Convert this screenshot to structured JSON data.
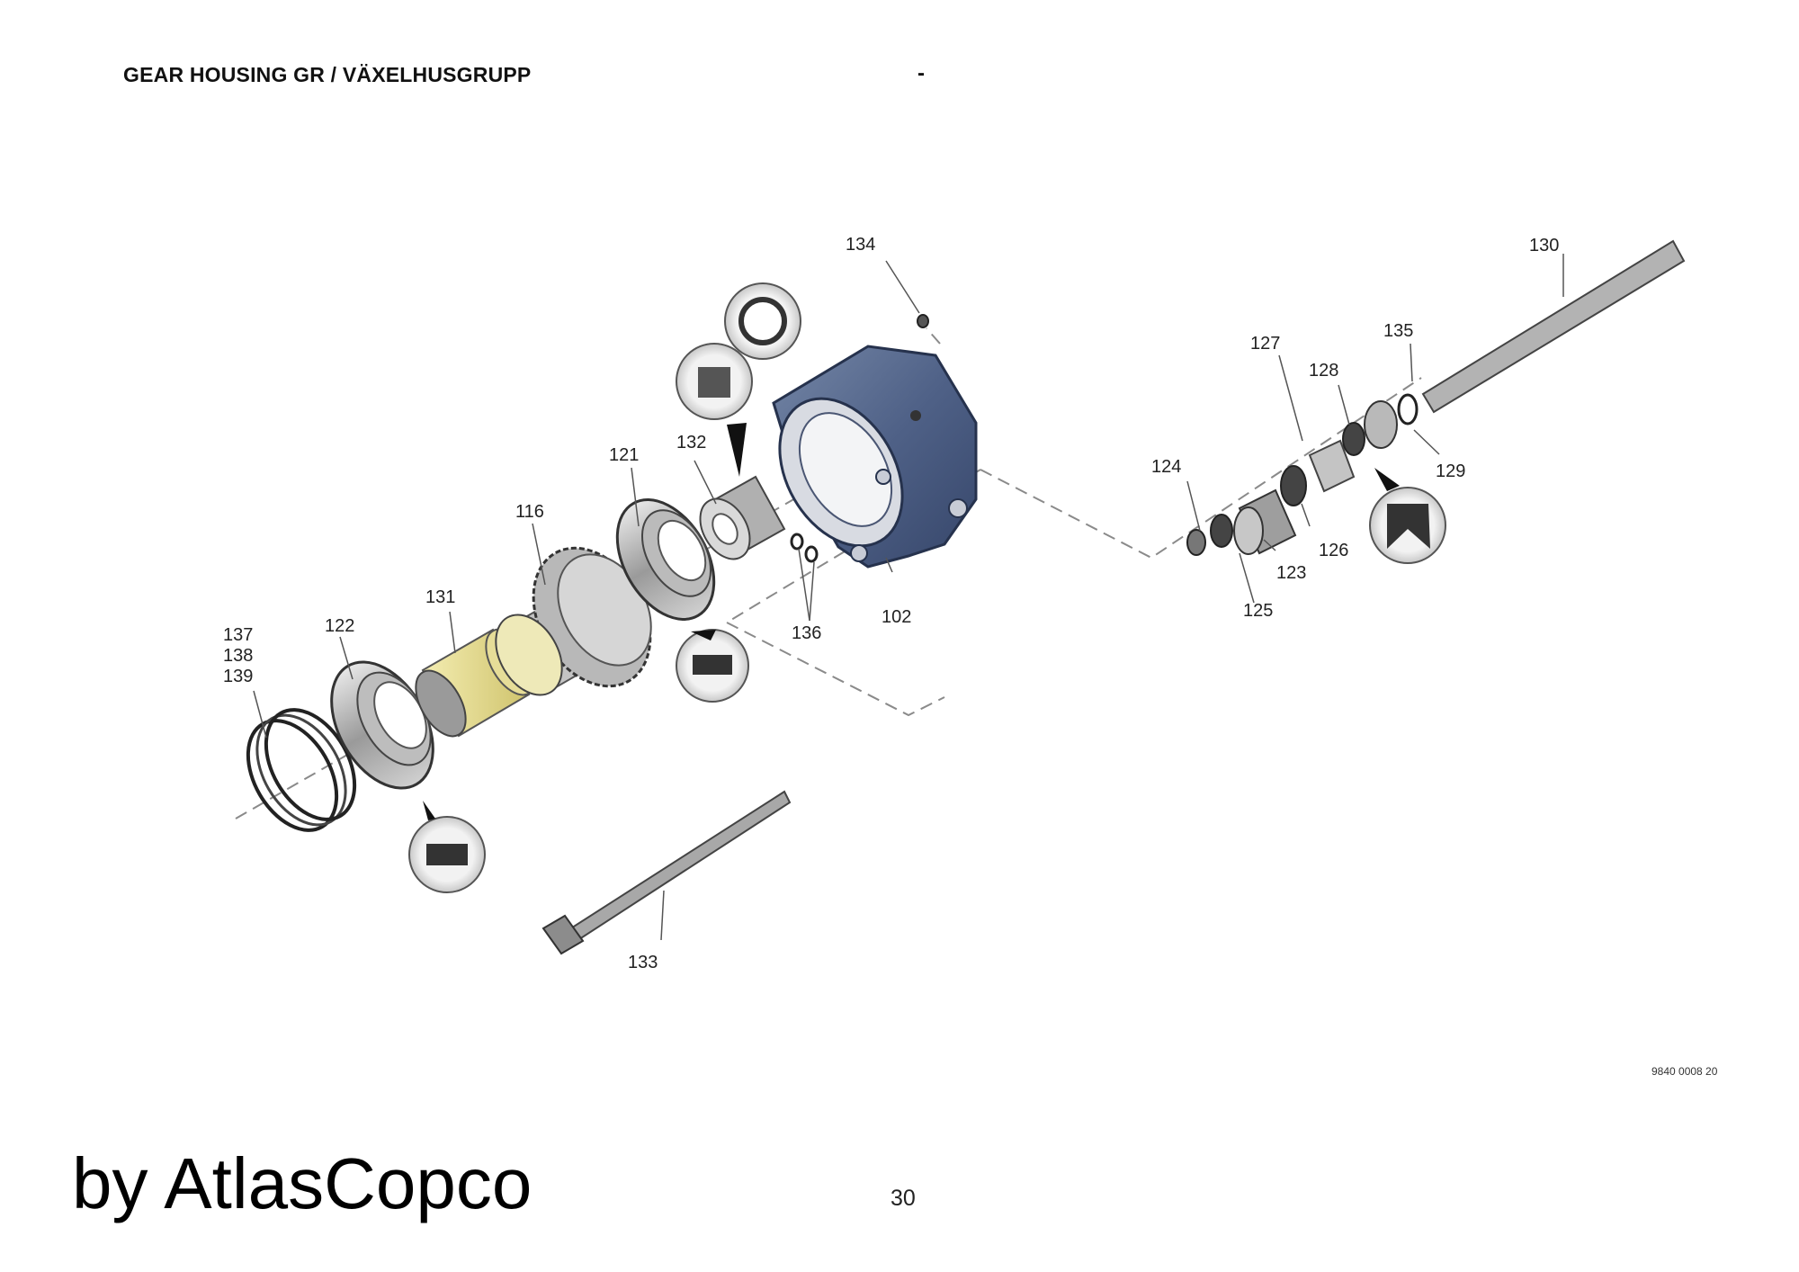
{
  "header": {
    "title": "GEAR HOUSING GR / VÄXELHUSGRUPP",
    "dash": "-"
  },
  "callouts": {
    "c102": "102",
    "c116": "116",
    "c121": "121",
    "c122": "122",
    "c123": "123",
    "c124": "124",
    "c125": "125",
    "c126": "126",
    "c127": "127",
    "c128": "128",
    "c129": "129",
    "c130": "130",
    "c131": "131",
    "c132": "132",
    "c133": "133",
    "c134": "134",
    "c135": "135",
    "c136": "136",
    "c137": "137",
    "c138": "138",
    "c139": "139"
  },
  "figure_ref": "9840 0008 20",
  "brand": "by AtlasCopco",
  "page_number": "30"
}
